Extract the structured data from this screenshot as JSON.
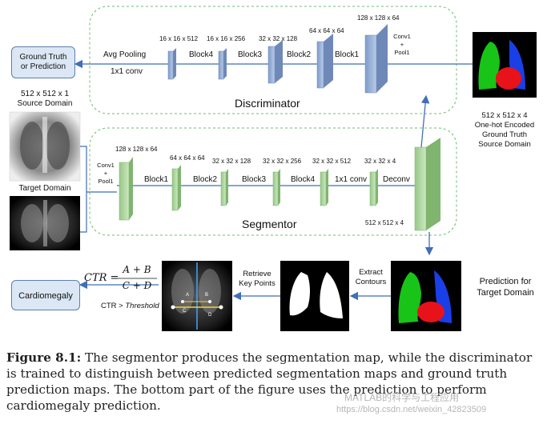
{
  "ground_truth_box": {
    "line1": "Ground Truth",
    "line2": "or Prediction"
  },
  "cardiomegaly_box": {
    "label": "Cardiomegaly"
  },
  "discriminator": {
    "title": "Discriminator",
    "avg_pooling": "Avg Pooling",
    "conv_1x1": "1x1 conv",
    "dims": [
      "16 x 16 x 512",
      "16 x 16 x 256",
      "32 x 32 x 128",
      "64 x 64 x 64",
      "128 x 128 x 64"
    ],
    "blocks": [
      "Block4",
      "Block3",
      "Block2",
      "Block1"
    ],
    "conv1_line1": "Conv1",
    "conv1_plus": "+",
    "conv1_line2": "Pool1"
  },
  "segmentor": {
    "title": "Segmentor",
    "dims": [
      "128 x 128 x 64",
      "64 x 64 x 64",
      "32 x 32 x 128",
      "32 x 32 x 256",
      "32 x 32 x 512",
      "32 x 32 x 4"
    ],
    "blocks": [
      "Block1",
      "Block2",
      "Block3",
      "Block4"
    ],
    "conv_1x1": "1x1 conv",
    "deconv": "Deconv",
    "conv1_line1": "Conv1",
    "conv1_plus": "+",
    "conv1_line2": "Pool1",
    "output_dim": "512 x 512 x 4"
  },
  "source_domain": {
    "line1": "512 x 512 x 1",
    "line2": "Source Domain"
  },
  "target_domain": {
    "label": "Target Domain"
  },
  "onehot": {
    "line1": "512 x 512 x 4",
    "line2": "One-hot Encoded",
    "line3": "Ground Truth",
    "line4": "Source Domain"
  },
  "prediction_target": {
    "line1": "Prediction for",
    "line2": "Target Domain"
  },
  "extract_contours": {
    "line1": "Extract",
    "line2": "Contours"
  },
  "retrieve_key_points": {
    "line1": "Retrieve",
    "line2": "Key Points"
  },
  "formula": {
    "lhs": "CTR =",
    "numerator": "A + B",
    "denominator": "C + D"
  },
  "threshold": {
    "prefix": "CTR > ",
    "word": "Threshold"
  },
  "xray_letters": [
    "A",
    "B",
    "C",
    "D"
  ],
  "caption": {
    "label": "Figure 8.1:",
    "text": "The segmentor produces the segmentation map, while the discriminator is trained to distinguish between predicted segmentation maps and ground truth prediction maps. The bottom part of the figure uses the prediction to perform cardiomegaly prediction."
  },
  "watermark": {
    "line1": "MATLAB的科学与工程应用",
    "line2": "https://blog.csdn.net/weixin_42823509"
  },
  "colors": {
    "arrow": "#3f6fb5",
    "block_blue": "#8fa9cf",
    "block_green": "#a9d39a",
    "dashed_green": "#6cbf6c",
    "box_fill": "#dbe7f4",
    "box_stroke": "#5b7fb3",
    "seg_red": "#e8121b",
    "seg_green": "#17c417",
    "seg_blue": "#1a3fe6"
  }
}
